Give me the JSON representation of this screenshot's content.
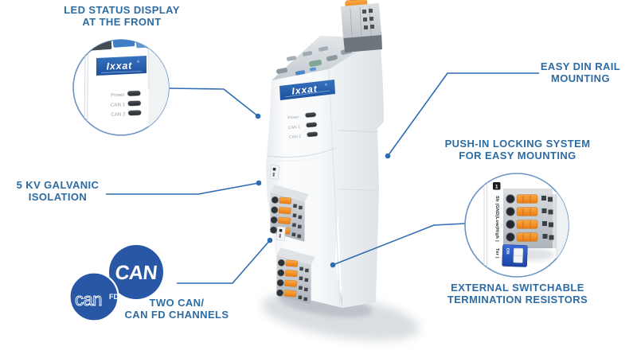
{
  "colors": {
    "label_text": "#2d6ba3",
    "leader_line": "#2e6cb2",
    "logo_blue": "#2857a5",
    "banner_blue": "#2260ae",
    "connector_orange": "#f08b26",
    "dip_blue": "#2a57c2"
  },
  "callouts": {
    "led_status": {
      "line1": "LED STATUS DISPLAY",
      "line2": "AT THE FRONT"
    },
    "din_rail": {
      "line1": "EASY DIN RAIL",
      "line2": "MOUNTING"
    },
    "push_in": {
      "line1": "PUSH-IN LOCKING SYSTEM",
      "line2": "FOR EASY MOUNTING"
    },
    "galvanic": {
      "line1": "5 KV GALVANIC",
      "line2": "ISOLATION"
    },
    "termination": {
      "line1": "EXTERNAL SWITCHABLE",
      "line2": "TERMINATION RESISTORS"
    },
    "channels": {
      "line1": "TWO CAN/",
      "line2": "CAN FD CHANNELS"
    }
  },
  "device": {
    "brand": "Ixxat",
    "reg_mark": "®",
    "led_labels": [
      "Power",
      "CAN 1",
      "CAN 2"
    ]
  },
  "inset_led": {
    "brand": "Ixxat",
    "reg_mark": "®",
    "led_labels": [
      "Power",
      "CAN 1",
      "CAN 2"
    ]
  },
  "inset_termination": {
    "port_number": "1",
    "pin_labels": "Sh |GND|Low|High |",
    "ter_label": "Ter |",
    "dip_label": "ON"
  },
  "logos": {
    "can": "CAN",
    "can_fd_base": "can",
    "can_fd_sup": "FD"
  }
}
